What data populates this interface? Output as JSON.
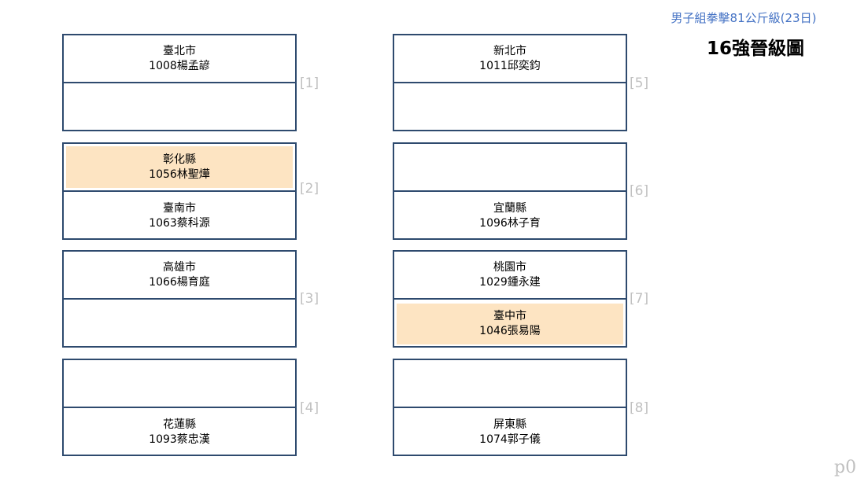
{
  "header": {
    "event": "男子組拳擊81公斤級(23日)",
    "title": "16強晉級圖"
  },
  "matches": [
    {
      "label": "[1]",
      "top": {
        "region": "臺北市",
        "athlete": "1008楊孟諺",
        "winner": false
      },
      "bottom": {
        "region": "",
        "athlete": "",
        "winner": false
      }
    },
    {
      "label": "[2]",
      "top": {
        "region": "彰化縣",
        "athlete": "1056林聖燁",
        "winner": true
      },
      "bottom": {
        "region": "臺南市",
        "athlete": "1063蔡科源",
        "winner": false
      }
    },
    {
      "label": "[3]",
      "top": {
        "region": "高雄市",
        "athlete": "1066楊育庭",
        "winner": false
      },
      "bottom": {
        "region": "",
        "athlete": "",
        "winner": false
      }
    },
    {
      "label": "[4]",
      "top": {
        "region": "",
        "athlete": "",
        "winner": false
      },
      "bottom": {
        "region": "花蓮縣",
        "athlete": "1093蔡忠漢",
        "winner": false
      }
    },
    {
      "label": "[5]",
      "top": {
        "region": "新北市",
        "athlete": "1011邱奕鈞",
        "winner": false
      },
      "bottom": {
        "region": "",
        "athlete": "",
        "winner": false
      }
    },
    {
      "label": "[6]",
      "top": {
        "region": "",
        "athlete": "",
        "winner": false
      },
      "bottom": {
        "region": "宜蘭縣",
        "athlete": "1096林子育",
        "winner": false
      }
    },
    {
      "label": "[7]",
      "top": {
        "region": "桃園市",
        "athlete": "1029鍾永建",
        "winner": false
      },
      "bottom": {
        "region": "臺中市",
        "athlete": "1046張易陽",
        "winner": true
      }
    },
    {
      "label": "[8]",
      "top": {
        "region": "",
        "athlete": "",
        "winner": false
      },
      "bottom": {
        "region": "屏東縣",
        "athlete": "1074郭子儀",
        "winner": false
      }
    }
  ],
  "colors": {
    "border": "#2e4a6e",
    "winner_bg": "#fde4c2",
    "label": "#c0c0c0",
    "event": "#4472c4"
  },
  "page_number": "p0"
}
